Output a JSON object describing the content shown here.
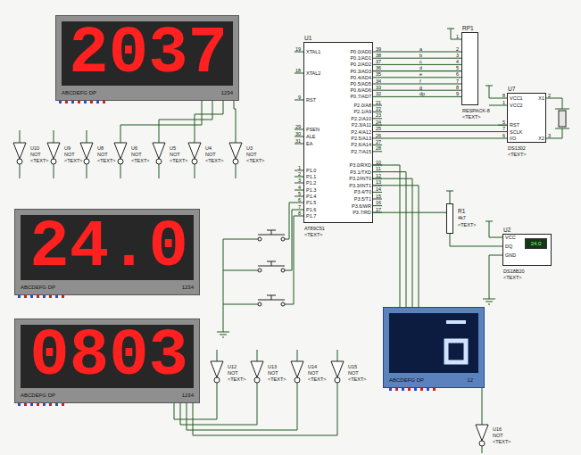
{
  "diagram": {
    "nodes": [
      {
        "text": [
          "2037",
          "ABCDEFG DP",
          "1234"
        ]
      },
      {
        "text": [
          "U1",
          "AT89C51",
          "<TEXT>"
        ]
      },
      {
        "text": [
          "RP1",
          "RESPACK-8",
          "<TEXT>"
        ]
      },
      {
        "text": [
          "U7",
          "DS1302",
          "<TEXT>"
        ]
      },
      {
        "text": [
          "24.0",
          "ABCDEFG DP",
          "1234"
        ]
      },
      {
        "text": [
          "R1",
          "4k7",
          "<TEXT>"
        ]
      },
      {
        "text": [
          "U2",
          "DS18B20",
          "<TEXT>"
        ]
      },
      {
        "text": [
          "24.0"
        ],
        "in": 6
      },
      {
        "text": [
          "0803",
          "ABCDEFG DP",
          "1234"
        ]
      },
      {
        "text": [
          "ABCDEFG DP",
          "12"
        ]
      }
    ],
    "edges": [
      {
        "from": 1,
        "to": 2,
        "arrow": "none"
      },
      {
        "from": 1,
        "to": 3,
        "arrow": "none"
      },
      {
        "from": 1,
        "to": 5,
        "arrow": "none"
      },
      {
        "from": 5,
        "to": 6,
        "arrow": "none"
      }
    ],
    "labels": [
      "XTAL1",
      "XTAL2",
      "RST",
      "PSEN",
      "ALE",
      "EA",
      "P1.0",
      "P1.1",
      "P1.2",
      "P1.3",
      "P1.4",
      "P1.5",
      "P1.6",
      "P1.7",
      "19",
      "18",
      "9",
      "29",
      "30",
      "31",
      "1",
      "2",
      "3",
      "4",
      "5",
      "6",
      "7",
      "8",
      "P0.0/AD0",
      "P0.1/AD1",
      "P0.2/AD2",
      "P0.3/AD3",
      "P0.4/AD4",
      "P0.5/AD5",
      "P0.6/AD6",
      "P0.7/AD7",
      "P2.0/A8",
      "P2.1/A9",
      "P2.2/A10",
      "P2.3/A11",
      "P2.4/A12",
      "P2.5/A13",
      "P2.6/A14",
      "P2.7/A15",
      "P3.0/RXD",
      "P3.1/TXD",
      "P3.2/INT0",
      "P3.3/INT1",
      "P3.4/T0",
      "P3.5/T1",
      "P3.6/WR",
      "P3.7/RD",
      "39",
      "38",
      "37",
      "36",
      "35",
      "34",
      "33",
      "32",
      "21",
      "22",
      "23",
      "24",
      "25",
      "26",
      "27",
      "28",
      "10",
      "11",
      "12",
      "13",
      "14",
      "15",
      "16",
      "17",
      "a",
      "b",
      "c",
      "d",
      "e",
      "f",
      "g",
      "dp",
      "1",
      "2",
      "3",
      "4",
      "5",
      "6",
      "7",
      "8",
      "9",
      "VCC1",
      "VCC2",
      "RST",
      "SCLK",
      "I/O",
      "X1",
      "X2",
      "8",
      "1",
      "5",
      "7",
      "6",
      "2",
      "3",
      "VCC",
      "DQ",
      "GND",
      "U10",
      "NOT",
      "<TEXT>",
      "U9",
      "NOT",
      "<TEXT>",
      "U8",
      "NOT",
      "<TEXT>",
      "U6",
      "NOT",
      "<TEXT>",
      "U5",
      "NOT",
      "<TEXT>",
      "U4",
      "NOT",
      "<TEXT>",
      "U3",
      "NOT",
      "<TEXT>",
      "U12",
      "NOT",
      "<TEXT>",
      "U13",
      "NOT",
      "<TEXT>",
      "U14",
      "NOT",
      "<TEXT>",
      "U15",
      "NOT",
      "<TEXT>",
      "U16",
      "NOT",
      "<TEXT>"
    ]
  }
}
